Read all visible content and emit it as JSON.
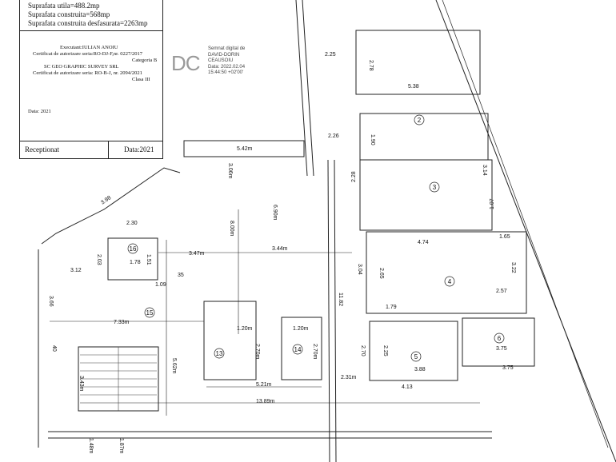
{
  "title_block": {
    "usable_area": "Suprafata utila=488.2mp",
    "built_area": "Suprafata construita=568mp",
    "developed_area": "Suprafata construita desfasurata=2263mp",
    "executant": "Executant:IULIAN ANOIU",
    "cert1": "Certificat de autorizare seria:RO-DJ-F,nr. 0227/2017",
    "cat": "Categoria B",
    "company": "SC GEO GRAPHIC SURVEY SRL",
    "cert2": "Certificat de autorizare seria: RO-B-J, nr. 2094/2021",
    "class": "Clasa III",
    "data": "Data: 2021",
    "receptionat": "Receptionat",
    "data2": "Data:2021"
  },
  "signature": {
    "logo": "DC",
    "line1": "Semnat digital de",
    "line2": "DAVID-DORIN",
    "line3": "CEAUSOIU",
    "line4": "Data: 2022.02.04",
    "line5": "15:44:50 +02'00'"
  },
  "rooms": [
    "2",
    "3",
    "4",
    "5",
    "6",
    "13",
    "14",
    "15",
    "16"
  ],
  "dimensions": [
    "2.25",
    "2.78",
    "5.38",
    "2.26",
    "1.90",
    "3.14",
    "2.28",
    "4.74",
    "1.07",
    "1.65",
    "3.04",
    "2.65",
    "3.22",
    "2.57",
    "1.79",
    "2.70",
    "2.25",
    "3.88",
    "3.75",
    "3.75",
    "4.13",
    "5.42m",
    "3.06m",
    "8.00m",
    "6.90m",
    "3.47m",
    "3.44m",
    "2.30",
    "1.51",
    "2.03",
    "3.12",
    "1.78",
    "1.09",
    "35",
    "3.98",
    "3.66",
    "7.33m",
    "1.20m",
    "1.20m",
    "2.70m",
    "2.70m",
    "5.21m",
    "5.62m",
    "3.43m",
    "13.89m",
    "40",
    "11.82",
    "2.31m",
    "1.48m",
    "1.87m"
  ]
}
